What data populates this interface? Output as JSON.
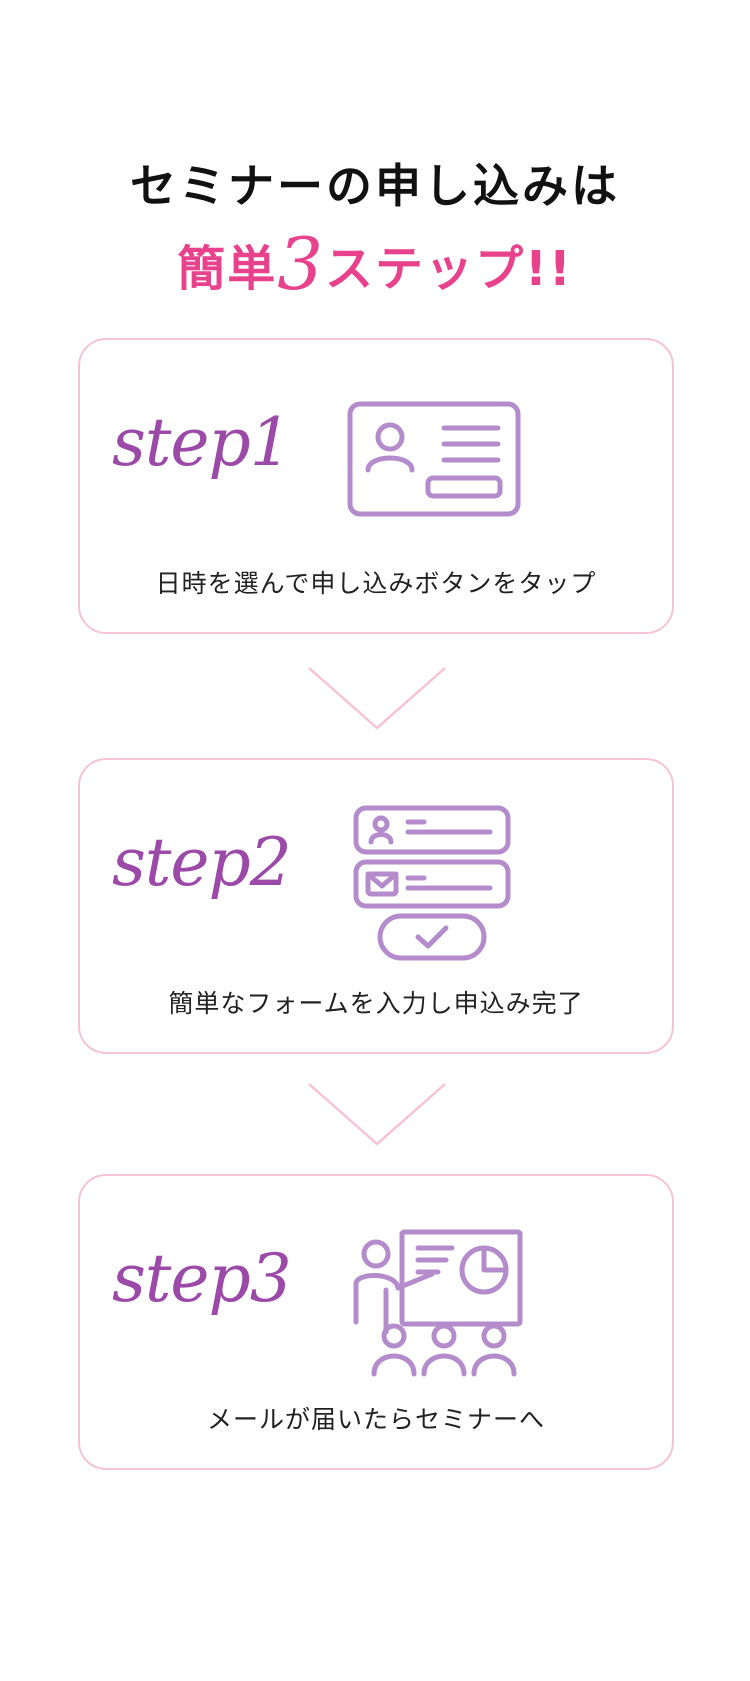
{
  "heading": {
    "line1": "セミナーの申し込みは",
    "line2_prefix": "簡単",
    "line2_number": "3",
    "line2_suffix": "ステップ!!"
  },
  "colors": {
    "accent_pink": "#e8428c",
    "step_purple": "#9b4aa8",
    "icon_purple": "#b48ccc",
    "card_border": "#f6c2d6"
  },
  "steps": [
    {
      "label": "step1",
      "icon": "id-card-icon",
      "description": "日時を選んで申し込みボタンをタップ"
    },
    {
      "label": "step2",
      "icon": "form-input-icon",
      "description": "簡単なフォームを入力し申込み完了"
    },
    {
      "label": "step3",
      "icon": "presentation-seminar-icon",
      "description": "メールが届いたらセミナーへ"
    }
  ]
}
